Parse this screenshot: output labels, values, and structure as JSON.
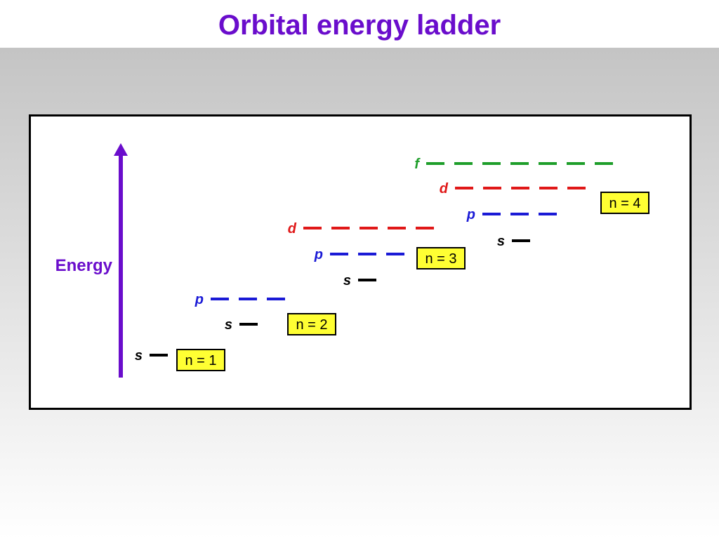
{
  "title": "Orbital energy ladder",
  "axis_label": "Energy",
  "colors": {
    "title": "#6a0dcc",
    "axis": "#6a0dcc",
    "s": "#000000",
    "p": "#1a1ad6",
    "d": "#e01818",
    "f": "#1e9e2a",
    "shell_box_fill": "#ffff33",
    "shell_box_border": "#000000"
  },
  "icons": {
    "axis": "up-arrow-icon"
  },
  "shells": [
    {
      "n": 1,
      "label": "n = 1",
      "subshells": [
        {
          "type": "s",
          "label": "s",
          "count": 1
        }
      ]
    },
    {
      "n": 2,
      "label": "n = 2",
      "subshells": [
        {
          "type": "s",
          "label": "s",
          "count": 1
        },
        {
          "type": "p",
          "label": "p",
          "count": 3
        }
      ]
    },
    {
      "n": 3,
      "label": "n = 3",
      "subshells": [
        {
          "type": "s",
          "label": "s",
          "count": 1
        },
        {
          "type": "p",
          "label": "p",
          "count": 3
        },
        {
          "type": "d",
          "label": "d",
          "count": 5
        }
      ]
    },
    {
      "n": 4,
      "label": "n = 4",
      "subshells": [
        {
          "type": "s",
          "label": "s",
          "count": 1
        },
        {
          "type": "p",
          "label": "p",
          "count": 3
        },
        {
          "type": "d",
          "label": "d",
          "count": 5
        },
        {
          "type": "f",
          "label": "f",
          "count": 7
        }
      ]
    }
  ]
}
